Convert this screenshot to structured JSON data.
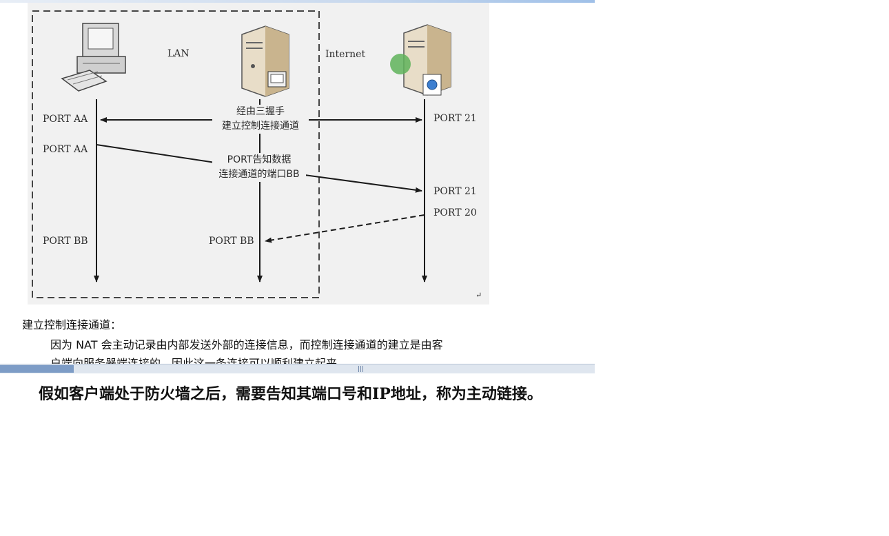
{
  "diagram": {
    "lan_label": "LAN",
    "internet_label": "Internet",
    "left_labels": [
      "PORT AA",
      "PORT AA",
      "PORT BB"
    ],
    "middle_label": "PORT BB",
    "right_labels": [
      "PORT 21",
      "PORT 21",
      "PORT 20"
    ],
    "handshake_text": [
      "经由三握手",
      "建立控制连接通道"
    ],
    "port_notice_text": [
      "PORT告知数据",
      "连接通道的端口BB"
    ],
    "paragraph_mark": "↵"
  },
  "document": {
    "heading": "建立控制连接通道：",
    "lines": [
      "因为 NAT 会主动记录由内部发送外部的连接信息，而控制连接通道的建立是由客",
      "户端向服务器端连接的，因此这一条连接可以顺利建立起来。"
    ]
  },
  "caption": "假如客户端处于防火墙之后，需要告知其端口号和IP地址，称为主动链接。",
  "colors": {
    "accent": "#7d9cc6",
    "cursor": "#5fb35a",
    "figure_bg": "#f1f1f1"
  }
}
